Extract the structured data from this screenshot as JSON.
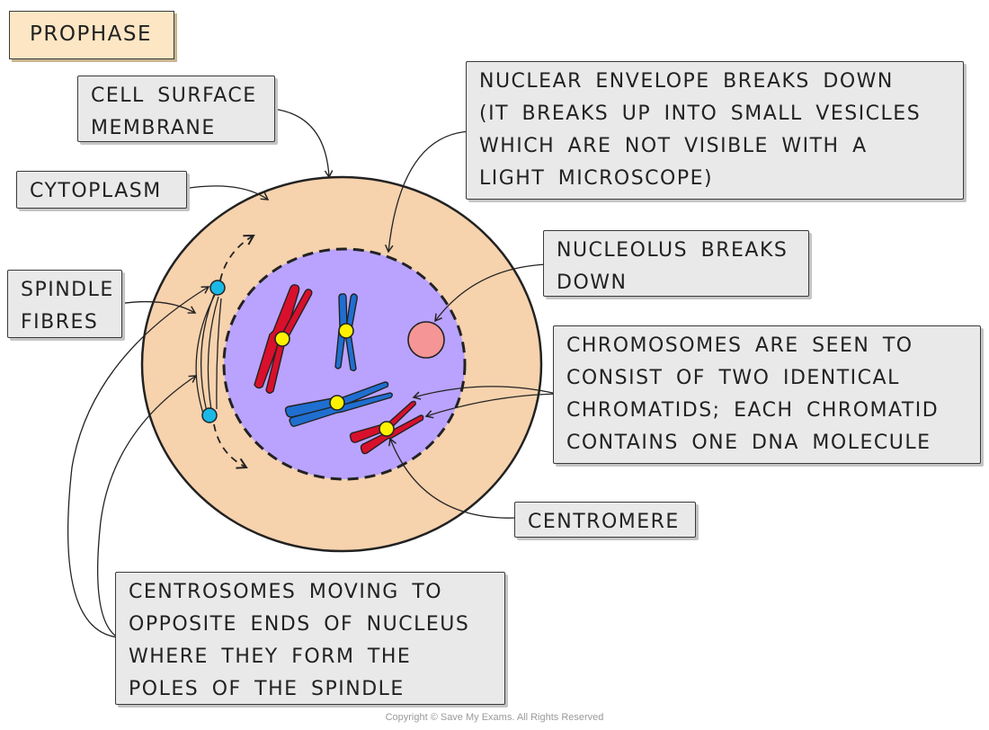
{
  "title": "PROPHASE",
  "labels": {
    "cell_surface_membrane": [
      "CELL SURFACE",
      "MEMBRANE"
    ],
    "cytoplasm": [
      "CYTOPLASM"
    ],
    "spindle_fibres": [
      "SPINDLE",
      "FIBRES"
    ],
    "nuclear_envelope": [
      "NUCLEAR ENVELOPE BREAKS DOWN",
      "(IT BREAKS UP INTO SMALL VESICLES",
      "WHICH ARE NOT VISIBLE WITH A",
      "LIGHT MICROSCOPE)"
    ],
    "nucleolus": [
      "NUCLEOLUS BREAKS",
      "DOWN"
    ],
    "chromosomes": [
      "CHROMOSOMES ARE SEEN TO",
      "CONSIST OF TWO IDENTICAL",
      "CHROMATIDS; EACH CHROMATID",
      "CONTAINS ONE DNA MOLECULE"
    ],
    "centromere": [
      "CENTROMERE"
    ],
    "centrosomes": [
      "CENTROSOMES MOVING TO",
      "OPPOSITE ENDS OF NUCLEUS",
      "WHERE THEY FORM THE",
      "POLES OF THE SPINDLE"
    ]
  },
  "copyright": "Copyright © Save My Exams. All Rights Reserved",
  "colors": {
    "cytoplasm": "#f6d2ad",
    "nucleus": "#b9a3ff",
    "nucleolus": "#f59595",
    "chromosome_red": "#d8102c",
    "chromosome_blue": "#1f6fd1",
    "centromere": "#fff200",
    "centrosome": "#1ab8e6",
    "label_fill": "#e9e9e9",
    "title_fill": "#fde6c4"
  }
}
